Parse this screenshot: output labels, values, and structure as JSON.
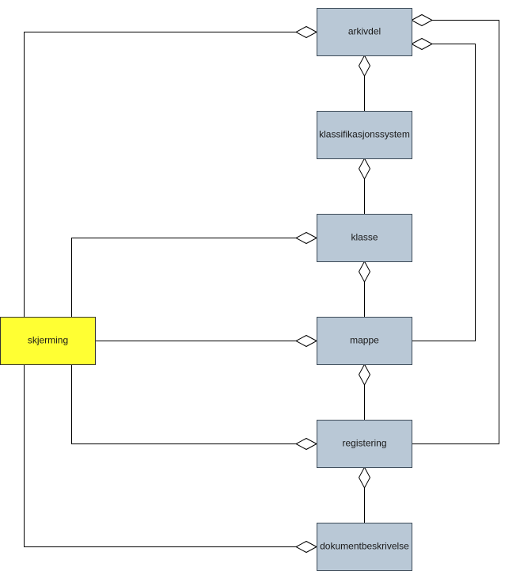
{
  "diagram": {
    "nodes": {
      "arkivdel": "arkivdel",
      "klassifikasjonssystem": "klassifikasjonssystem",
      "klasse": "klasse",
      "mappe": "mappe",
      "registering": "registering",
      "dokumentbeskrivelse": "dokumentbeskrivelse",
      "skjerming": "skjerming"
    },
    "colors": {
      "entity_fill": "#b9c8d6",
      "entity_stroke": "#3c4a57",
      "highlight_fill": "#ffff33",
      "highlight_stroke": "#333333",
      "line": "#000000"
    },
    "relations": [
      {
        "from": "klassifikasjonssystem",
        "to": "arkivdel",
        "type": "aggregation"
      },
      {
        "from": "klasse",
        "to": "klassifikasjonssystem",
        "type": "aggregation"
      },
      {
        "from": "mappe",
        "to": "klasse",
        "type": "aggregation"
      },
      {
        "from": "registering",
        "to": "mappe",
        "type": "aggregation"
      },
      {
        "from": "dokumentbeskrivelse",
        "to": "registering",
        "type": "aggregation"
      },
      {
        "from": "mappe",
        "to": "arkivdel",
        "type": "aggregation"
      },
      {
        "from": "registering",
        "to": "arkivdel",
        "type": "aggregation"
      },
      {
        "from": "skjerming",
        "to": "arkivdel",
        "type": "aggregation"
      },
      {
        "from": "skjerming",
        "to": "klasse",
        "type": "aggregation"
      },
      {
        "from": "skjerming",
        "to": "mappe",
        "type": "aggregation"
      },
      {
        "from": "skjerming",
        "to": "registering",
        "type": "aggregation"
      },
      {
        "from": "skjerming",
        "to": "dokumentbeskrivelse",
        "type": "aggregation"
      }
    ]
  }
}
